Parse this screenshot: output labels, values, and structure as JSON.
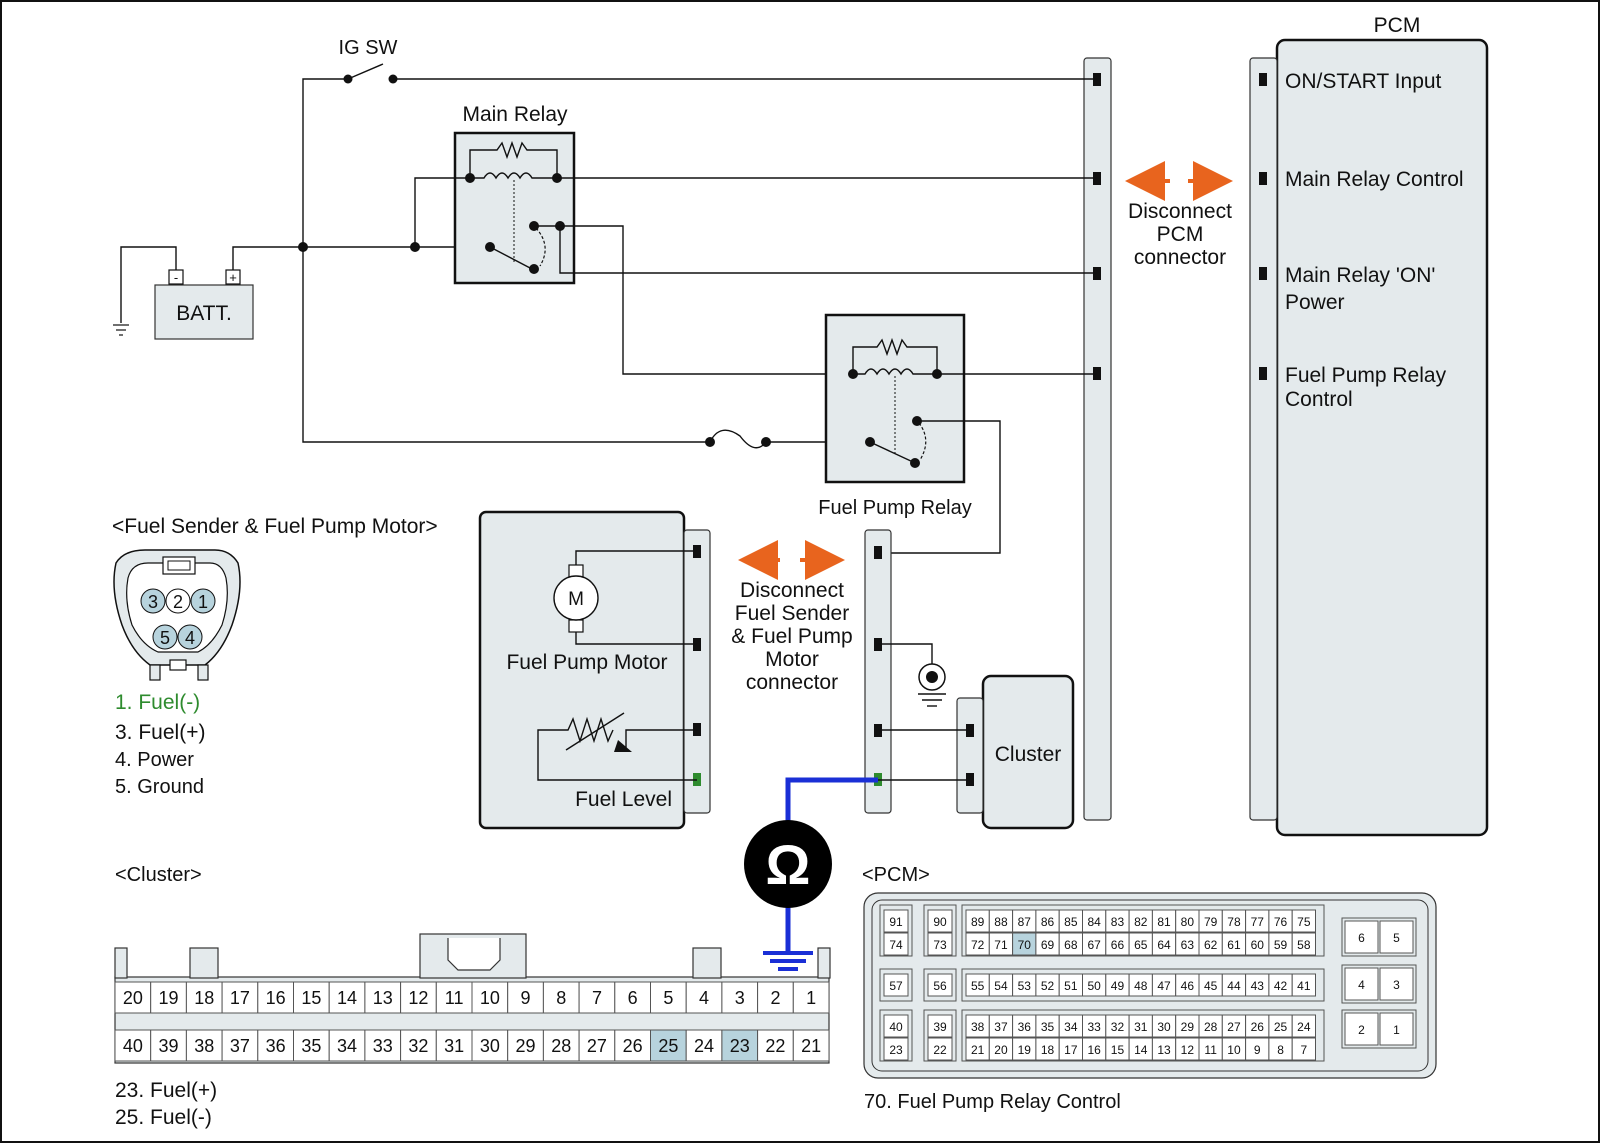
{
  "labels": {
    "pcm": "PCM",
    "ig_sw": "IG SW",
    "main_relay": "Main Relay",
    "batt": "BATT.",
    "batt_minus": "-",
    "batt_plus": "+",
    "fuel_pump_relay": "Fuel Pump Relay",
    "fuel_pump_motor": "Fuel Pump Motor",
    "motor_symbol": "M",
    "fuel_level": "Fuel Level",
    "cluster": "Cluster",
    "ohm": "Ω"
  },
  "pcm_inputs": [
    "ON/START Input",
    "Main Relay Control",
    "Main Relay 'ON'",
    "Power",
    "Fuel Pump Relay",
    "Control"
  ],
  "disconnect_pcm": [
    "Disconnect",
    "PCM",
    "connector"
  ],
  "disconnect_sender": [
    "Disconnect",
    "Fuel Sender",
    "& Fuel Pump",
    "Motor",
    "connector"
  ],
  "fuel_sender": {
    "title": "<Fuel Sender & Fuel Pump Motor>",
    "pins": [
      "3",
      "2",
      "1",
      "5",
      "4"
    ],
    "legend": [
      "1. Fuel(-)",
      "3. Fuel(+)",
      "4. Power",
      "5. Ground"
    ],
    "legend_colors": [
      "#2e8b2e",
      "#111111",
      "#111111",
      "#111111"
    ]
  },
  "cluster_connector": {
    "title": "<Cluster>",
    "row_top": [
      "20",
      "19",
      "18",
      "17",
      "16",
      "15",
      "14",
      "13",
      "12",
      "11",
      "10",
      "9",
      "8",
      "7",
      "6",
      "5",
      "4",
      "3",
      "2",
      "1"
    ],
    "row_bottom": [
      "40",
      "39",
      "38",
      "37",
      "36",
      "35",
      "34",
      "33",
      "32",
      "31",
      "30",
      "29",
      "28",
      "27",
      "26",
      "25",
      "24",
      "23",
      "22",
      "21"
    ],
    "highlighted": [
      "25",
      "23"
    ],
    "legend": [
      "23. Fuel(+)",
      "25. Fuel(-)"
    ]
  },
  "pcm_connector": {
    "title": "<PCM>",
    "rows": [
      [
        "91",
        "90",
        "89",
        "88",
        "87",
        "86",
        "85",
        "84",
        "83",
        "82",
        "81",
        "80",
        "79",
        "78",
        "77",
        "76",
        "75"
      ],
      [
        "74",
        "73",
        "72",
        "71",
        "70",
        "69",
        "68",
        "67",
        "66",
        "65",
        "64",
        "63",
        "62",
        "61",
        "60",
        "59",
        "58"
      ],
      [
        "57",
        "56",
        "55",
        "54",
        "53",
        "52",
        "51",
        "50",
        "49",
        "48",
        "47",
        "46",
        "45",
        "44",
        "43",
        "42",
        "41"
      ],
      [
        "40",
        "39",
        "38",
        "37",
        "36",
        "35",
        "34",
        "33",
        "32",
        "31",
        "30",
        "29",
        "28",
        "27",
        "26",
        "25",
        "24"
      ],
      [
        "23",
        "22",
        "21",
        "20",
        "19",
        "18",
        "17",
        "16",
        "15",
        "14",
        "13",
        "12",
        "11",
        "10",
        "9",
        "8",
        "7"
      ]
    ],
    "side_blocks": [
      [
        "6",
        "5"
      ],
      [
        "4",
        "3"
      ],
      [
        "2",
        "1"
      ]
    ],
    "highlighted": [
      "70"
    ],
    "legend": "70. Fuel Pump Relay Control"
  },
  "colors": {
    "fill": "#e4eaec",
    "highlight": "#b7d3dd",
    "arrow": "#e8641e",
    "meter_wire": "#1a2fd6",
    "green_pin": "#2e8b2e"
  }
}
